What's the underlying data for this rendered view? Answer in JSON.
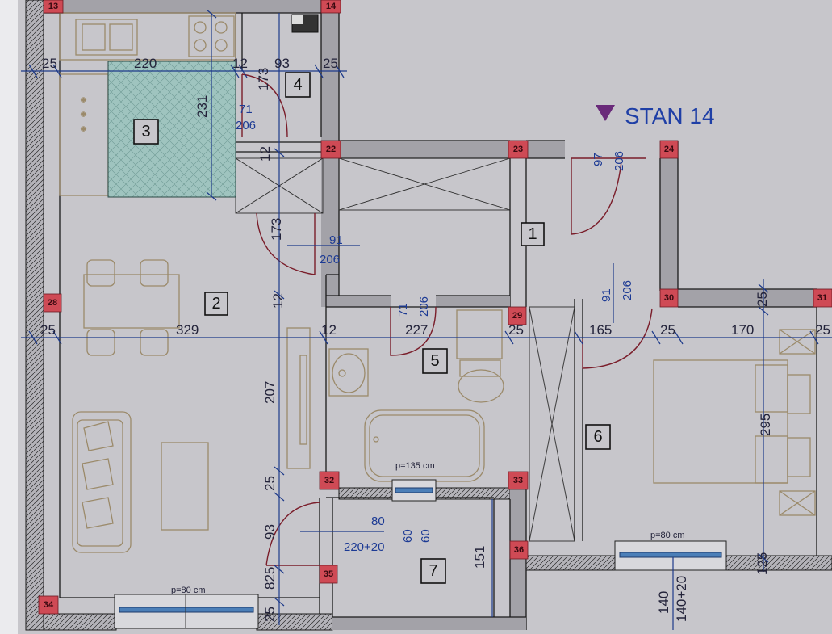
{
  "title": "STAN 14",
  "title_marker_color": "#6a2a7a",
  "colors": {
    "column": "#cf4a55",
    "dimension_line": "#1d3a8a",
    "door_swing": "#7a1d2a",
    "furniture": "#9b8a6a",
    "kitchen_tile": "#9fc4bf",
    "window_glass": "#4b7fb8"
  },
  "columns": [
    "13",
    "14",
    "22",
    "23",
    "24",
    "28",
    "29",
    "30",
    "31",
    "32",
    "33",
    "34",
    "35",
    "36"
  ],
  "rooms": [
    "1",
    "2",
    "3",
    "4",
    "5",
    "6",
    "7"
  ],
  "dimensions": {
    "top_wall": "25",
    "kitchen_width": "220",
    "partition_12": "12",
    "wc_width": "93",
    "wc_height": "173",
    "kitchen_depth": "231",
    "kitchen_door_w": "71",
    "kitchen_door_h": "206",
    "entry_door_w": "97",
    "entry_door_h": "206",
    "living_door_arc": "173",
    "living_door_w": "91",
    "living_door_h": "206",
    "left_wall": "25",
    "living_width": "329",
    "bath_door_w": "71",
    "bath_door_h": "206",
    "bath_width": "227",
    "mid_wall": "25",
    "hall_width": "165",
    "bed_wall": "25",
    "bed_width": "170",
    "right_wall": "25",
    "bed_door_w": "91",
    "bed_door_h": "206",
    "bath_depth": "207",
    "bed_depth": "295",
    "low_wall": "25",
    "closet_arc": "93",
    "sill": "825",
    "left_bottom": "25",
    "closet_door": "80",
    "closet_60a": "60",
    "closet_60b": "60",
    "closet_height": "220+20",
    "closet_depth": "151",
    "bed_bottom": "125",
    "bed_window_w": "140",
    "bed_window_h": "140+20"
  },
  "window_labels": {
    "bath": "p=135 cm",
    "living": "p=80 cm",
    "bedroom": "p=80 cm"
  }
}
